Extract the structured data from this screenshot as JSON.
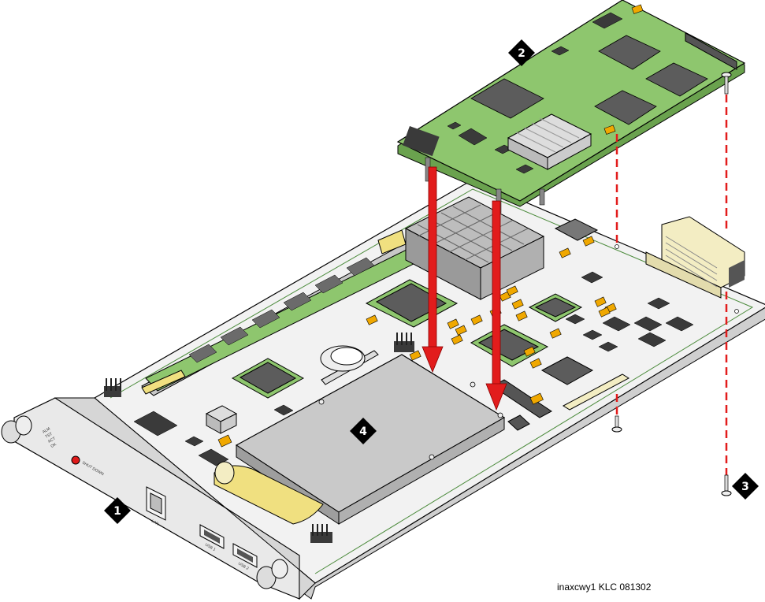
{
  "callouts": {
    "c1": "1",
    "c2": "2",
    "c3": "3",
    "c4": "4"
  },
  "faceplate": {
    "leds": [
      "ALM",
      "TST",
      "ACT",
      "OK"
    ],
    "shut_down_label": "SHUT DOWN",
    "lan_port_label": "LAN",
    "usb1_label": "USB 1",
    "usb2_label": "USB 2"
  },
  "caption": "inaxcwy1 KLC 081302",
  "colors": {
    "board": "#f2f2f2",
    "daughter_board": "#8ec66e",
    "chip": "#5c5c5c",
    "cap": "#f0a800",
    "arrow": "#e21c1c",
    "connector": "#f3edc3",
    "drive": "#c9c9c9"
  }
}
